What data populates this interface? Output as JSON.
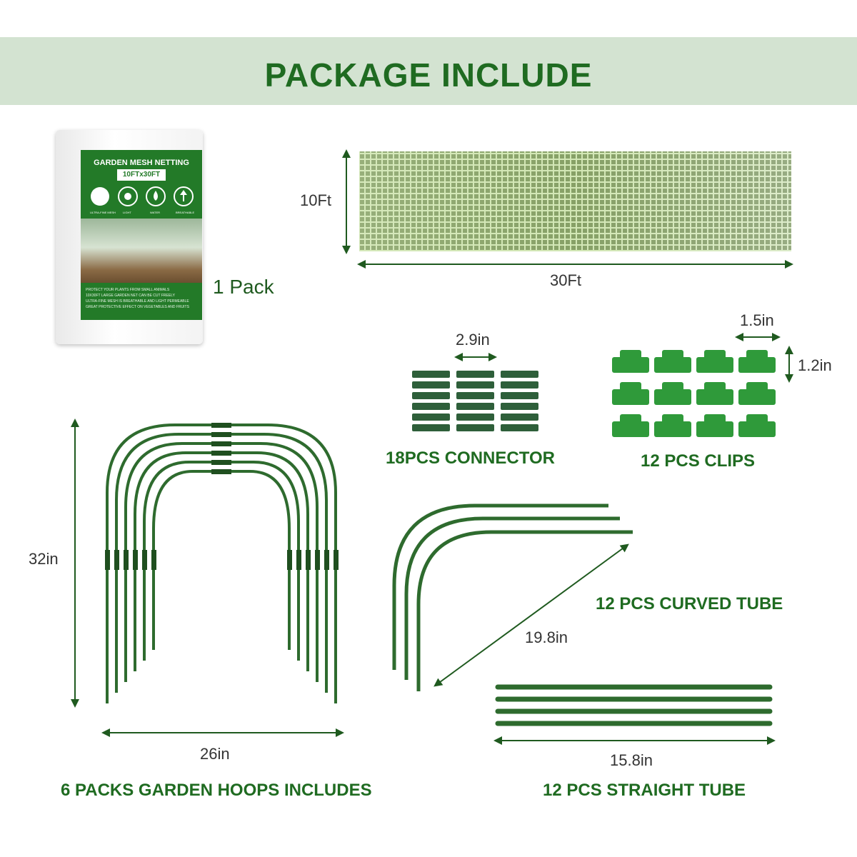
{
  "header": {
    "title": "PACKAGE INCLUDE"
  },
  "package": {
    "label_title": "GARDEN MESH NETTING",
    "label_size": "10FTx30FT",
    "icon_labels": [
      "ULTRA-FINE MESH",
      "LIGHT",
      "WATER",
      "BREATHABLE"
    ],
    "bullets": [
      "PROTECT YOUR PLANTS FROM SMALL ANIMALS",
      "10X30FT LARGE GARDEN NET CAN BE CUT FREELY",
      "ULTRA-FINE MESH IS BREATHABLE AND LIGHT PERMEABLE",
      "GREAT PROTECTIVE EFFECT ON VEGETABLES AND FRUITS"
    ],
    "count": "1 Pack"
  },
  "netting": {
    "height": "10Ft",
    "width": "30Ft"
  },
  "connector": {
    "dimension": "2.9in",
    "caption": "18PCS CONNECTOR",
    "quantity": 18
  },
  "clips": {
    "width": "1.5in",
    "height": "1.2in",
    "caption": "12 PCS CLIPS",
    "quantity": 12
  },
  "hoops": {
    "height": "32in",
    "width": "26in",
    "caption": "6 PACKS GARDEN HOOPS INCLUDES",
    "quantity": 6
  },
  "curved_tube": {
    "caption": "12 PCS CURVED TUBE",
    "length": "19.8in"
  },
  "straight_tube": {
    "length": "15.8in",
    "caption": "12 PCS STRAIGHT TUBE"
  },
  "colors": {
    "brand_green": "#1f6b21",
    "banner": "#d3e3d1",
    "part_green": "#2e6b2e"
  }
}
